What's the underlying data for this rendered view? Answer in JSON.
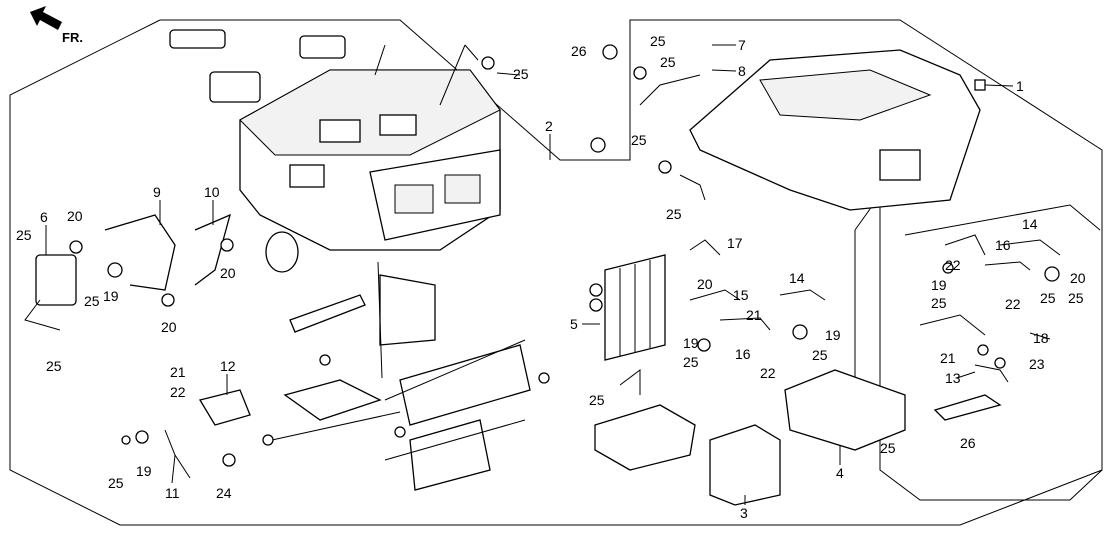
{
  "direction_marker": "FR.",
  "callouts": [
    {
      "id": "c1",
      "text": "1"
    },
    {
      "id": "c2",
      "text": "2"
    },
    {
      "id": "c3",
      "text": "3"
    },
    {
      "id": "c4",
      "text": "4"
    },
    {
      "id": "c5",
      "text": "5"
    },
    {
      "id": "c6",
      "text": "6"
    },
    {
      "id": "c7",
      "text": "7"
    },
    {
      "id": "c8",
      "text": "8"
    },
    {
      "id": "c9",
      "text": "9"
    },
    {
      "id": "c10",
      "text": "10"
    },
    {
      "id": "c11",
      "text": "11"
    },
    {
      "id": "c12",
      "text": "12"
    },
    {
      "id": "c13",
      "text": "13"
    },
    {
      "id": "c14a",
      "text": "14"
    },
    {
      "id": "c14b",
      "text": "14"
    },
    {
      "id": "c15",
      "text": "15"
    },
    {
      "id": "c16a",
      "text": "16"
    },
    {
      "id": "c16b",
      "text": "16"
    },
    {
      "id": "c17",
      "text": "17"
    },
    {
      "id": "c18",
      "text": "18"
    },
    {
      "id": "c19a",
      "text": "19"
    },
    {
      "id": "c19b",
      "text": "19"
    },
    {
      "id": "c19c",
      "text": "19"
    },
    {
      "id": "c19d",
      "text": "19"
    },
    {
      "id": "c19e",
      "text": "19"
    },
    {
      "id": "c20a",
      "text": "20"
    },
    {
      "id": "c20b",
      "text": "20"
    },
    {
      "id": "c20c",
      "text": "20"
    },
    {
      "id": "c20d",
      "text": "20"
    },
    {
      "id": "c20e",
      "text": "20"
    },
    {
      "id": "c21a",
      "text": "21"
    },
    {
      "id": "c21b",
      "text": "21"
    },
    {
      "id": "c21c",
      "text": "21"
    },
    {
      "id": "c22a",
      "text": "22"
    },
    {
      "id": "c22b",
      "text": "22"
    },
    {
      "id": "c22c",
      "text": "22"
    },
    {
      "id": "c22d",
      "text": "22"
    },
    {
      "id": "c23",
      "text": "23"
    },
    {
      "id": "c24",
      "text": "24"
    },
    {
      "id": "c25a",
      "text": "25"
    },
    {
      "id": "c25b",
      "text": "25"
    },
    {
      "id": "c25c",
      "text": "25"
    },
    {
      "id": "c25d",
      "text": "25"
    },
    {
      "id": "c25e",
      "text": "25"
    },
    {
      "id": "c25f",
      "text": "25"
    },
    {
      "id": "c25g",
      "text": "25"
    },
    {
      "id": "c25h",
      "text": "25"
    },
    {
      "id": "c25i",
      "text": "25"
    },
    {
      "id": "c25j",
      "text": "25"
    },
    {
      "id": "c25k",
      "text": "25"
    },
    {
      "id": "c25l",
      "text": "25"
    },
    {
      "id": "c25m",
      "text": "25"
    },
    {
      "id": "c25n",
      "text": "25"
    },
    {
      "id": "c25o",
      "text": "25"
    },
    {
      "id": "c25p",
      "text": "25"
    },
    {
      "id": "c26a",
      "text": "26"
    },
    {
      "id": "c26b",
      "text": "26"
    }
  ]
}
